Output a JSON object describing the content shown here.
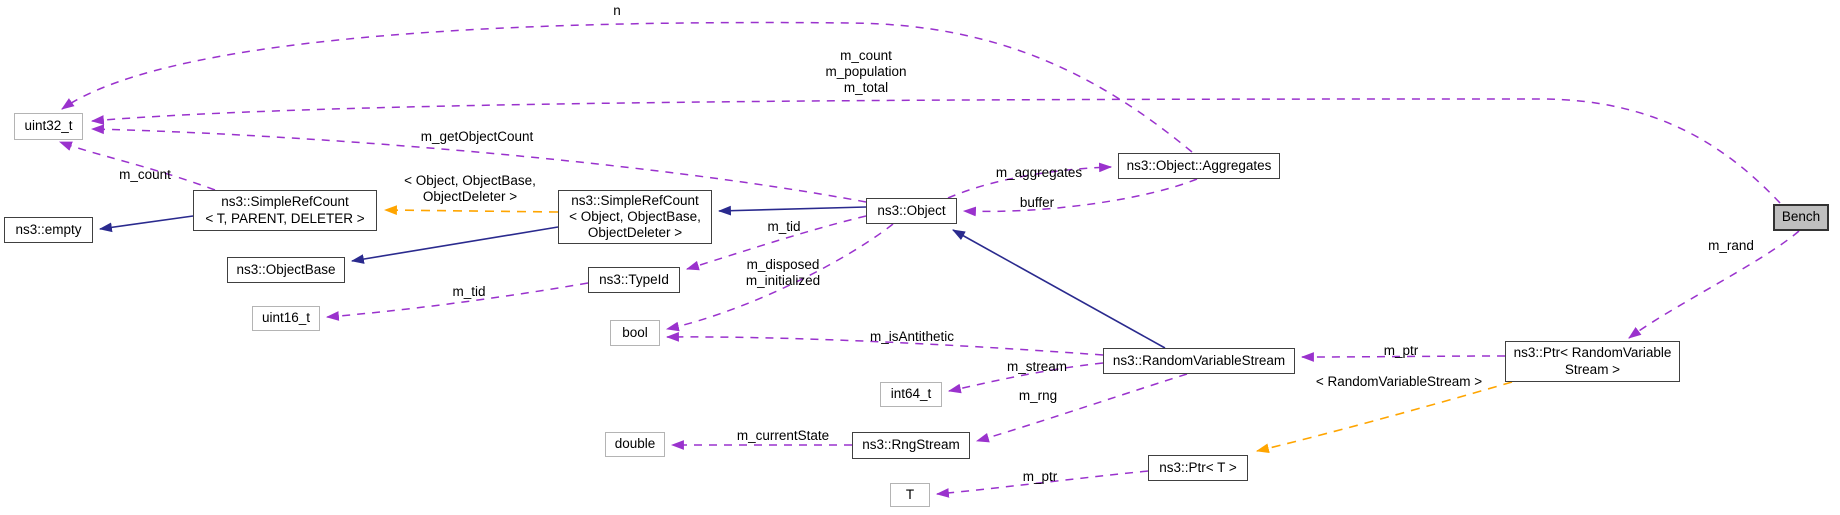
{
  "diagram_type": "doxygen-collaboration-graph",
  "focus_class": "Bench",
  "colors": {
    "member_edge": "#9a32cd",
    "inheritance_edge": "#2a2a8e",
    "template_edge": "#ffa500",
    "class_border": "#404040",
    "builtin_border": "#b4b4b4",
    "focus_fill": "#bfbfbf",
    "background": "#ffffff"
  },
  "nodes": [
    {
      "label": "uint32_t"
    },
    {
      "label": "ns3::empty"
    },
    {
      "label": "ns3::SimpleRefCount\n< T, PARENT, DELETER >"
    },
    {
      "label": "ns3::ObjectBase"
    },
    {
      "label": "uint16_t"
    },
    {
      "label": "ns3::SimpleRefCount\n< Object, ObjectBase,\nObjectDeleter >"
    },
    {
      "label": "ns3::TypeId"
    },
    {
      "label": "bool"
    },
    {
      "label": "ns3::Object"
    },
    {
      "label": "ns3::Object::Aggregates"
    },
    {
      "label": "ns3::RandomVariableStream"
    },
    {
      "label": "int64_t"
    },
    {
      "label": "double"
    },
    {
      "label": "ns3::RngStream"
    },
    {
      "label": "T"
    },
    {
      "label": "ns3::Ptr< T >"
    },
    {
      "label": "ns3::Ptr< RandomVariable\nStream >"
    },
    {
      "label": "Bench"
    }
  ],
  "edge_labels": [
    {
      "text": "n"
    },
    {
      "text": "m_count\nm_population\nm_total"
    },
    {
      "text": "m_getObjectCount"
    },
    {
      "text": "m_count"
    },
    {
      "text": "< Object, ObjectBase,\nObjectDeleter >"
    },
    {
      "text": "m_aggregates"
    },
    {
      "text": "buffer"
    },
    {
      "text": "m_tid"
    },
    {
      "text": "m_disposed\nm_initialized"
    },
    {
      "text": "m_tid"
    },
    {
      "text": "m_isAntithetic"
    },
    {
      "text": "m_stream"
    },
    {
      "text": "m_rng"
    },
    {
      "text": "m_currentState"
    },
    {
      "text": "m_ptr"
    },
    {
      "text": "m_ptr"
    },
    {
      "text": "< RandomVariableStream >"
    },
    {
      "text": "m_rand"
    }
  ]
}
